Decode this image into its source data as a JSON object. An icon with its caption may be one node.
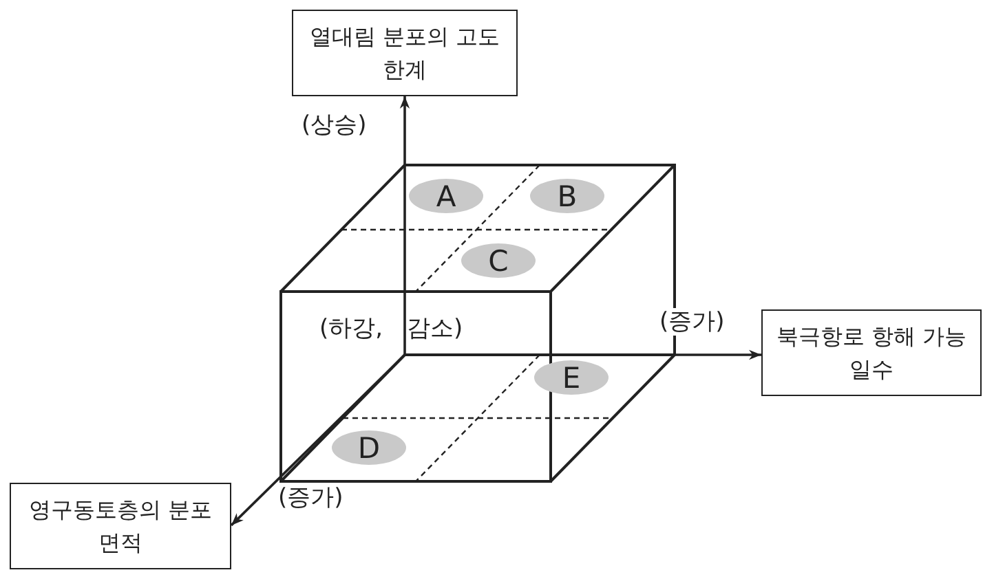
{
  "diagram": {
    "nodes": [
      {
        "text": [
          "열대림 분포의 고도 한계"
        ]
      },
      {
        "text": [
          "북극항로 항해 가능 일수"
        ]
      },
      {
        "text": [
          "영구동토층의 분포 면적"
        ]
      },
      {
        "text": [
          "A"
        ]
      },
      {
        "text": [
          "B"
        ]
      },
      {
        "text": [
          "C"
        ]
      },
      {
        "text": [
          "D"
        ]
      },
      {
        "text": [
          "E"
        ]
      }
    ],
    "edges": [
      {
        "from": null,
        "to": 0,
        "arrow": "to",
        "label": "(상승)"
      },
      {
        "from": null,
        "to": 1,
        "arrow": "to",
        "label": "(증가)"
      },
      {
        "from": null,
        "to": 2,
        "arrow": "to",
        "label": "(증가)"
      }
    ],
    "labels": [
      "(하강, 감소)"
    ]
  }
}
